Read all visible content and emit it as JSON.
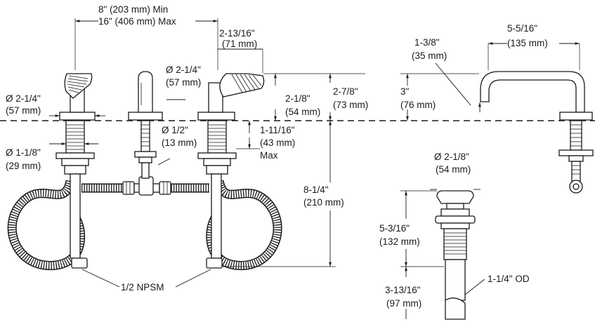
{
  "labels": {
    "spread_min": "8\" (203 mm) Min",
    "spread_max": "16\" (406 mm) Max",
    "spout_reach": "2-13/16\"",
    "spout_reach_mm": "(71 mm)",
    "spout_dia": "Ø 2-1/4\"",
    "spout_dia_mm": "(57 mm)",
    "handle_dia": "Ø 2-1/4\"",
    "handle_dia_mm": "(57 mm)",
    "handle_height": "2-1/8\"",
    "handle_height_mm": "(54 mm)",
    "spout_height": "2-7/8\"",
    "spout_height_mm": "(73 mm)",
    "shank_dia": "Ø 1/2\"",
    "shank_dia_mm": "(13 mm)",
    "deck_max": "1-11/16\"",
    "deck_max_mm": "(43 mm)",
    "deck_max_word": "Max",
    "valve_dia": "Ø 1-1/8\"",
    "valve_dia_mm": "(29 mm)",
    "below_deck": "8-1/4\"",
    "below_deck_mm": "(210 mm)",
    "npsm": "1/2 NPSM",
    "side_reach": "5-5/16\"",
    "side_reach_mm": "(135 mm)",
    "side_depth": "1-3/8\"",
    "side_depth_mm": "(35 mm)",
    "side_height": "3\"",
    "side_height_mm": "(76 mm)",
    "drain_dia": "Ø 2-1/8\"",
    "drain_dia_mm": "(54 mm)",
    "drain_body": "5-3/16\"",
    "drain_body_mm": "(132 mm)",
    "tailpiece": "3-13/16\"",
    "tailpiece_mm": "(97 mm)",
    "tailpiece_od": "1-1/4\" OD"
  }
}
